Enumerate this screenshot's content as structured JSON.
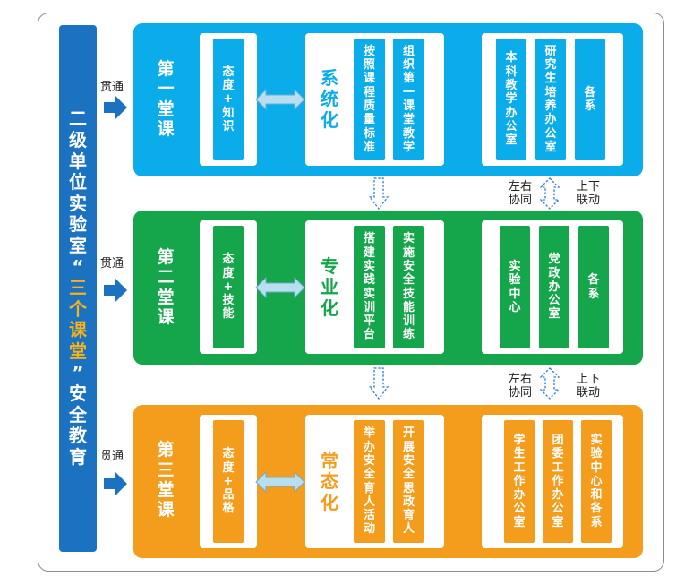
{
  "title": {
    "part1": "二级单位实验室",
    "quote_open": "“",
    "highlight": "三个课堂",
    "quote_close": "”",
    "part2": "安全教育"
  },
  "through_label": "贯通",
  "coordination": {
    "left": [
      "左右",
      "协同"
    ],
    "right": [
      "上下",
      "联动"
    ]
  },
  "colors": {
    "tier1": "#0aacea",
    "tier2": "#15a64b",
    "tier3": "#f49c1c",
    "title_bar": "#1a72c0",
    "highlight": "#f5b21b"
  },
  "tiers": [
    {
      "name": "第一堂课",
      "focus": "态度+知识",
      "mode": "系统化",
      "tasks": [
        "按照课程质量标准",
        "组织第一课堂教学"
      ],
      "units": [
        "本科教学办公室",
        "研究生培养办公室",
        "各系"
      ]
    },
    {
      "name": "第二堂课",
      "focus": "态度+技能",
      "mode": "专业化",
      "tasks": [
        "搭建实践实训平台",
        "实施安全技能训练"
      ],
      "units": [
        "实验中心",
        "党政办公室",
        "各系"
      ]
    },
    {
      "name": "第三堂课",
      "focus": "态度+品格",
      "mode": "常态化",
      "tasks": [
        "举办安全育人活动",
        "开展安全思政育人"
      ],
      "units": [
        "学生工作办公室",
        "团委工作办公室",
        "实验中心和各系"
      ]
    }
  ]
}
